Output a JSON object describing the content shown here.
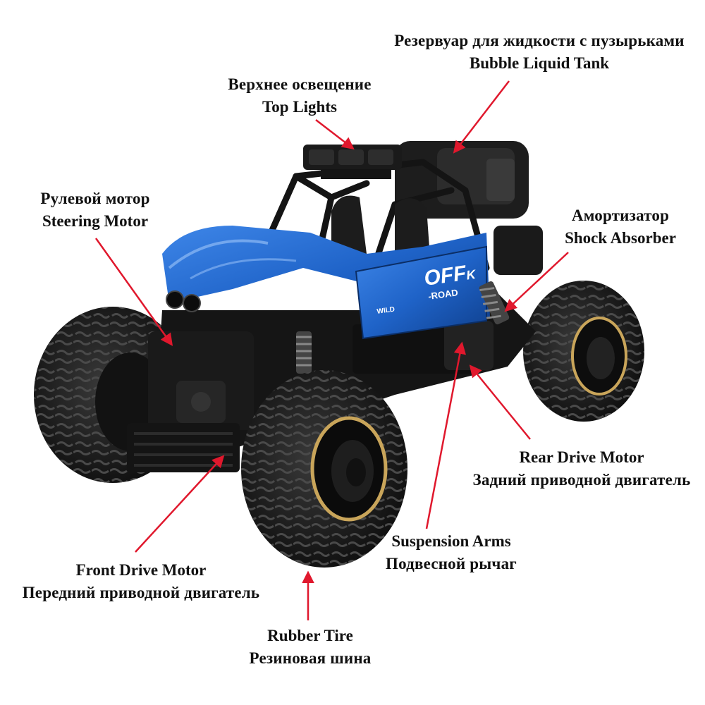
{
  "colors": {
    "arrow": "#e0182d",
    "body_blue": "#1f63c8",
    "tire": "#1b1b1b",
    "rim_gold": "#c9a55a"
  },
  "body_decal": {
    "logo_line1": "OFF",
    "logo_line2": "K",
    "logo_line3": "-ROAD",
    "badge": "WILD"
  },
  "labels": {
    "bubble_tank": {
      "ru": "Резервуар для жидкости с пузырьками",
      "en": "Bubble Liquid Tank"
    },
    "top_lights": {
      "ru": "Верхнее освещение",
      "en": "Top Lights"
    },
    "steering_motor": {
      "ru": "Рулевой мотор",
      "en": "Steering Motor"
    },
    "shock_absorber": {
      "ru": "Амортизатор",
      "en": "Shock Absorber"
    },
    "rear_drive_motor": {
      "en": "Rear Drive Motor",
      "ru": "Задний приводной двигатель"
    },
    "suspension_arms": {
      "en": "Suspension Arms",
      "ru": "Подвесной рычаг"
    },
    "front_drive_motor": {
      "en": "Front Drive Motor",
      "ru": "Передний приводной двигатель"
    },
    "rubber_tire": {
      "en": "Rubber Tire",
      "ru": "Резиновая шина"
    }
  }
}
